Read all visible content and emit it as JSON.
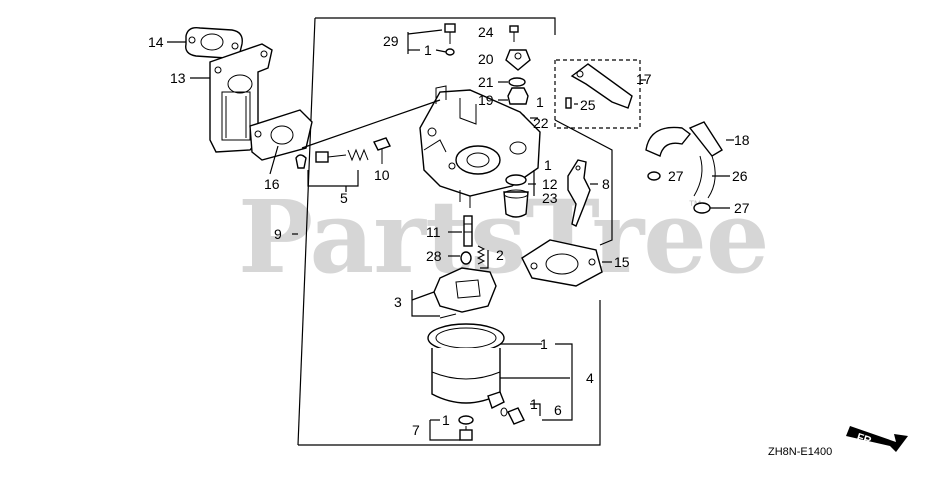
{
  "diagram": {
    "code": "ZH8N-E1400",
    "watermark": "PartsTree",
    "watermark_mark": "™",
    "direction_label": "FR.",
    "callouts": {
      "c1a": "1",
      "c1b": "1",
      "c1c": "1",
      "c1d": "1",
      "c1e": "1",
      "c1f": "1",
      "c2": "2",
      "c3": "3",
      "c4": "4",
      "c5": "5",
      "c6": "6",
      "c7": "7",
      "c8": "8",
      "c9": "9",
      "c10": "10",
      "c11": "11",
      "c12": "12",
      "c13": "13",
      "c14": "14",
      "c15": "15",
      "c16": "16",
      "c17": "17",
      "c18": "18",
      "c19": "19",
      "c20": "20",
      "c21": "21",
      "c22": "22",
      "c23": "23",
      "c24": "24",
      "c25": "25",
      "c26": "26",
      "c27a": "27",
      "c27b": "27",
      "c28": "28",
      "c29": "29"
    }
  }
}
